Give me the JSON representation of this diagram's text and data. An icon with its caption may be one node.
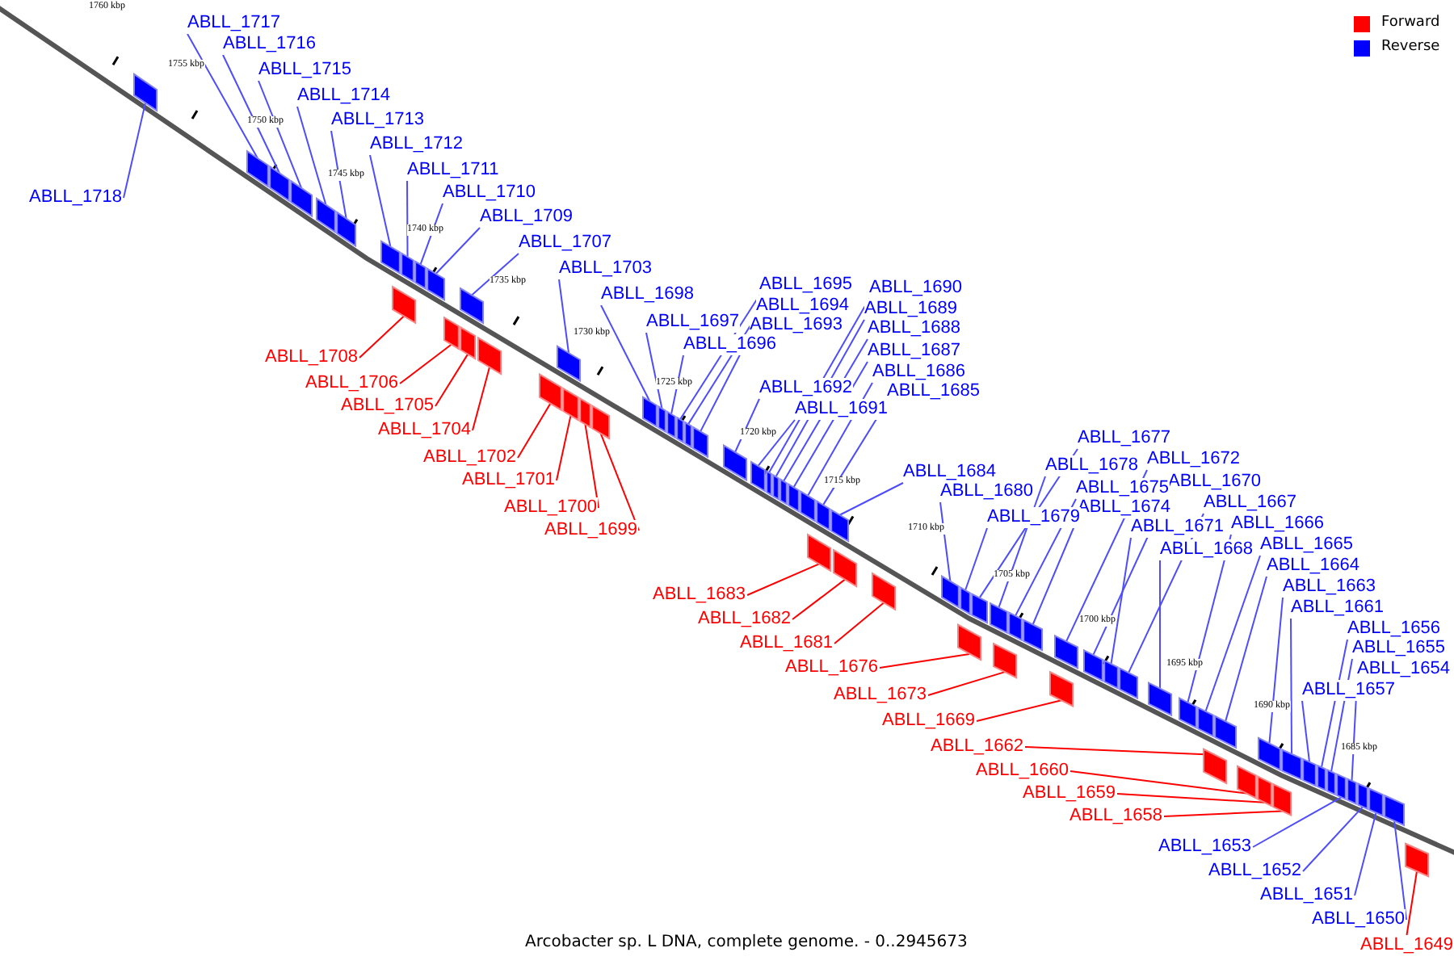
{
  "diagram": {
    "caption": "Arcobacter sp. L DNA, complete genome. - 0..2945673",
    "nodes": [
      {
        "text": [
          "ABLL_1717"
        ]
      },
      {
        "text": [
          "ABLL_1716"
        ]
      },
      {
        "text": [
          "ABLL_1715"
        ]
      },
      {
        "text": [
          "ABLL_1714"
        ]
      },
      {
        "text": [
          "ABLL_1713"
        ]
      },
      {
        "text": [
          "ABLL_1712"
        ]
      },
      {
        "text": [
          "ABLL_1711"
        ]
      },
      {
        "text": [
          "ABLL_1718"
        ]
      },
      {
        "text": [
          "ABLL_1710"
        ]
      },
      {
        "text": [
          "ABLL_1709"
        ]
      },
      {
        "text": [
          "ABLL_1707"
        ]
      },
      {
        "text": [
          "ABLL_1703"
        ]
      },
      {
        "text": [
          "ABLL_1695"
        ]
      },
      {
        "text": [
          "ABLL_1690"
        ]
      },
      {
        "text": [
          "ABLL_1698"
        ]
      },
      {
        "text": [
          "ABLL_1694"
        ]
      },
      {
        "text": [
          "ABLL_1689"
        ]
      },
      {
        "text": [
          "ABLL_1697"
        ]
      },
      {
        "text": [
          "ABLL_1693"
        ]
      },
      {
        "text": [
          "ABLL_1688"
        ]
      },
      {
        "text": [
          "ABLL_1696"
        ]
      },
      {
        "text": [
          "ABLL_1687"
        ]
      },
      {
        "text": [
          "ABLL_1708"
        ]
      },
      {
        "text": [
          "ABLL_1686"
        ]
      },
      {
        "text": [
          "ABLL_1706"
        ]
      },
      {
        "text": [
          "ABLL_1692"
        ]
      },
      {
        "text": [
          "ABLL_1685"
        ]
      },
      {
        "text": [
          "ABLL_1705"
        ]
      },
      {
        "text": [
          "ABLL_1691"
        ]
      },
      {
        "text": [
          "ABLL_1704"
        ]
      },
      {
        "text": [
          "ABLL_1677"
        ]
      },
      {
        "text": [
          "ABLL_1702"
        ]
      },
      {
        "text": [
          "ABLL_1672"
        ]
      },
      {
        "text": [
          "ABLL_1678"
        ]
      },
      {
        "text": [
          "ABLL_1684"
        ]
      },
      {
        "text": [
          "ABLL_1701"
        ]
      },
      {
        "text": [
          "ABLL_1670"
        ]
      },
      {
        "text": [
          "ABLL_1675"
        ]
      },
      {
        "text": [
          "ABLL_1680"
        ]
      },
      {
        "text": [
          "ABLL_1667"
        ]
      },
      {
        "text": [
          "ABLL_1700"
        ]
      },
      {
        "text": [
          "ABLL_1674"
        ]
      },
      {
        "text": [
          "ABLL_1679"
        ]
      },
      {
        "text": [
          "ABLL_1666"
        ]
      },
      {
        "text": [
          "ABLL_1671"
        ]
      },
      {
        "text": [
          "ABLL_1699"
        ]
      },
      {
        "text": [
          "ABLL_1665"
        ]
      },
      {
        "text": [
          "ABLL_1668"
        ]
      },
      {
        "text": [
          "ABLL_1664"
        ]
      },
      {
        "text": [
          "ABLL_1663"
        ]
      },
      {
        "text": [
          "ABLL_1683"
        ]
      },
      {
        "text": [
          "ABLL_1661"
        ]
      },
      {
        "text": [
          "ABLL_1682"
        ]
      },
      {
        "text": [
          "ABLL_1656"
        ]
      },
      {
        "text": [
          "ABLL_1681"
        ]
      },
      {
        "text": [
          "ABLL_1655"
        ]
      },
      {
        "text": [
          "ABLL_1676"
        ]
      },
      {
        "text": [
          "ABLL_1654"
        ]
      },
      {
        "text": [
          "ABLL_1657"
        ]
      },
      {
        "text": [
          "ABLL_1673"
        ]
      },
      {
        "text": [
          "ABLL_1669"
        ]
      },
      {
        "text": [
          "ABLL_1662"
        ]
      },
      {
        "text": [
          "ABLL_1660"
        ]
      },
      {
        "text": [
          "ABLL_1659"
        ]
      },
      {
        "text": [
          "ABLL_1658"
        ]
      },
      {
        "text": [
          "ABLL_1653"
        ]
      },
      {
        "text": [
          "ABLL_1652"
        ]
      },
      {
        "text": [
          "ABLL_1651"
        ]
      },
      {
        "text": [
          "ABLL_1650"
        ]
      },
      {
        "text": [
          "ABLL_1649"
        ]
      },
      {
        "text": [],
        "shape": "bar"
      },
      {
        "text": [],
        "shape": "bar"
      },
      {
        "text": [],
        "shape": "bar"
      },
      {
        "text": [],
        "shape": "bar"
      },
      {
        "text": [],
        "shape": "bar"
      },
      {
        "text": [],
        "shape": "bar"
      },
      {
        "text": [],
        "shape": "bar"
      },
      {
        "text": [],
        "shape": "bar"
      },
      {
        "text": [],
        "shape": "bar"
      },
      {
        "text": [],
        "shape": "bar"
      },
      {
        "text": [],
        "shape": "bar"
      },
      {
        "text": [],
        "shape": "bar"
      },
      {
        "text": [],
        "shape": "bar"
      },
      {
        "text": [],
        "shape": "bar"
      },
      {
        "text": [],
        "shape": "bar"
      },
      {
        "text": [],
        "shape": "bar"
      },
      {
        "text": [],
        "shape": "bar"
      },
      {
        "text": [],
        "shape": "bar"
      },
      {
        "text": [],
        "shape": "bar"
      },
      {
        "text": [],
        "shape": "bar"
      },
      {
        "text": [],
        "shape": "bar"
      },
      {
        "text": [],
        "shape": "bar"
      },
      {
        "text": [],
        "shape": "bar"
      },
      {
        "text": [],
        "shape": "bar"
      },
      {
        "text": [],
        "shape": "bar"
      },
      {
        "text": [],
        "shape": "bar"
      },
      {
        "text": [],
        "shape": "bar"
      },
      {
        "text": [],
        "shape": "bar"
      },
      {
        "text": [],
        "shape": "bar"
      },
      {
        "text": [],
        "shape": "bar"
      },
      {
        "text": [],
        "shape": "bar"
      },
      {
        "text": [],
        "shape": "bar"
      },
      {
        "text": [],
        "shape": "bar"
      },
      {
        "text": [],
        "shape": "bar"
      },
      {
        "text": [],
        "shape": "bar"
      },
      {
        "text": [],
        "shape": "bar"
      },
      {
        "text": [],
        "shape": "bar"
      },
      {
        "text": [],
        "shape": "bar"
      },
      {
        "text": [],
        "shape": "bar"
      },
      {
        "text": [],
        "shape": "bar"
      },
      {
        "text": [],
        "shape": "bar"
      },
      {
        "text": [],
        "shape": "bar"
      },
      {
        "text": [],
        "shape": "bar"
      },
      {
        "text": [],
        "shape": "bar"
      },
      {
        "text": [],
        "shape": "bar"
      },
      {
        "text": [],
        "shape": "bar"
      },
      {
        "text": [],
        "shape": "bar"
      },
      {
        "text": [],
        "shape": "bar"
      },
      {
        "text": [],
        "shape": "bar"
      },
      {
        "text": [],
        "shape": "bar"
      },
      {
        "text": [],
        "shape": "bar"
      },
      {
        "text": [],
        "shape": "bar"
      },
      {
        "text": [],
        "shape": "bar"
      },
      {
        "text": [],
        "shape": "bar"
      },
      {
        "text": [],
        "shape": "bar"
      },
      {
        "text": [],
        "shape": "bar"
      },
      {
        "text": [],
        "shape": "bar"
      },
      {
        "text": [],
        "shape": "bar"
      },
      {
        "text": [],
        "shape": "bar"
      },
      {
        "text": [],
        "shape": "bar"
      },
      {
        "text": [],
        "shape": "bar"
      },
      {
        "text": [],
        "shape": "bar"
      },
      {
        "text": [],
        "shape": "bar"
      },
      {
        "text": [],
        "shape": "bar"
      },
      {
        "text": [],
        "shape": "bar"
      },
      {
        "text": [],
        "shape": "bar"
      },
      {
        "text": [],
        "shape": "bar"
      },
      {
        "text": [],
        "shape": "bar"
      },
      {
        "text": [],
        "shape": "bar"
      },
      {
        "text": [],
        "shape": "bar"
      }
    ],
    "edges": [
      {
        "from": 0,
        "to": 71,
        "arrow": "none"
      },
      {
        "from": 1,
        "to": 72,
        "arrow": "none"
      },
      {
        "from": 2,
        "to": 73,
        "arrow": "none"
      },
      {
        "from": 3,
        "to": 74,
        "arrow": "none"
      },
      {
        "from": 4,
        "to": 75,
        "arrow": "none"
      },
      {
        "from": 5,
        "to": 76,
        "arrow": "none"
      },
      {
        "from": 6,
        "to": 78,
        "arrow": "none"
      },
      {
        "from": 7,
        "to": 70,
        "arrow": "none"
      },
      {
        "from": 8,
        "to": 79,
        "arrow": "none"
      },
      {
        "from": 9,
        "to": 80,
        "arrow": "none"
      },
      {
        "from": 10,
        "to": 83,
        "arrow": "none"
      },
      {
        "from": 11,
        "to": 86,
        "arrow": "none"
      },
      {
        "from": 12,
        "to": 93,
        "arrow": "none"
      },
      {
        "from": 13,
        "to": 98,
        "arrow": "none"
      },
      {
        "from": 14,
        "to": 90,
        "arrow": "none"
      },
      {
        "from": 15,
        "to": 94,
        "arrow": "none"
      },
      {
        "from": 16,
        "to": 99,
        "arrow": "none"
      },
      {
        "from": 17,
        "to": 91,
        "arrow": "none"
      },
      {
        "from": 18,
        "to": 95,
        "arrow": "none"
      },
      {
        "from": 19,
        "to": 100,
        "arrow": "none"
      },
      {
        "from": 20,
        "to": 92,
        "arrow": "none"
      },
      {
        "from": 21,
        "to": 101,
        "arrow": "none"
      },
      {
        "from": 22,
        "to": 77,
        "arrow": "none",
        "color": "#ff0000"
      },
      {
        "from": 23,
        "to": 102,
        "arrow": "none"
      },
      {
        "from": 24,
        "to": 81,
        "arrow": "none",
        "color": "#ff0000"
      },
      {
        "from": 25,
        "to": 96,
        "arrow": "none"
      },
      {
        "from": 26,
        "to": 104,
        "arrow": "none"
      },
      {
        "from": 27,
        "to": 82,
        "arrow": "none",
        "color": "#ff0000"
      },
      {
        "from": 28,
        "to": 97,
        "arrow": "none"
      },
      {
        "from": 29,
        "to": 84,
        "arrow": "none",
        "color": "#ff0000"
      },
      {
        "from": 30,
        "to": 111,
        "arrow": "none"
      },
      {
        "from": 31,
        "to": 85,
        "arrow": "none",
        "color": "#ff0000"
      },
      {
        "from": 32,
        "to": 117,
        "arrow": "none"
      },
      {
        "from": 33,
        "to": 112,
        "arrow": "none"
      },
      {
        "from": 34,
        "to": 105,
        "arrow": "none"
      },
      {
        "from": 35,
        "to": 87,
        "arrow": "none",
        "color": "#ff0000"
      },
      {
        "from": 36,
        "to": 118,
        "arrow": "none"
      },
      {
        "from": 37,
        "to": 114,
        "arrow": "none"
      },
      {
        "from": 38,
        "to": 108,
        "arrow": "none"
      },
      {
        "from": 39,
        "to": 120,
        "arrow": "none"
      },
      {
        "from": 40,
        "to": 88,
        "arrow": "none",
        "color": "#ff0000"
      },
      {
        "from": 41,
        "to": 115,
        "arrow": "none"
      },
      {
        "from": 42,
        "to": 110,
        "arrow": "none"
      },
      {
        "from": 43,
        "to": 122,
        "arrow": "none"
      },
      {
        "from": 44,
        "to": 119,
        "arrow": "none"
      },
      {
        "from": 45,
        "to": 89,
        "arrow": "none",
        "color": "#ff0000"
      },
      {
        "from": 46,
        "to": 123,
        "arrow": "none"
      },
      {
        "from": 47,
        "to": 121,
        "arrow": "none"
      },
      {
        "from": 48,
        "to": 125,
        "arrow": "none"
      },
      {
        "from": 49,
        "to": 128,
        "arrow": "none"
      },
      {
        "from": 50,
        "to": 103,
        "arrow": "none",
        "color": "#ff0000"
      },
      {
        "from": 51,
        "to": 130,
        "arrow": "none"
      },
      {
        "from": 52,
        "to": 106,
        "arrow": "none",
        "color": "#ff0000"
      },
      {
        "from": 53,
        "to": 132,
        "arrow": "none"
      },
      {
        "from": 54,
        "to": 107,
        "arrow": "none",
        "color": "#ff0000"
      },
      {
        "from": 55,
        "to": 133,
        "arrow": "none"
      },
      {
        "from": 56,
        "to": 109,
        "arrow": "none",
        "color": "#ff0000"
      },
      {
        "from": 57,
        "to": 135,
        "arrow": "none"
      },
      {
        "from": 58,
        "to": 131,
        "arrow": "none"
      },
      {
        "from": 59,
        "to": 113,
        "arrow": "none",
        "color": "#ff0000"
      },
      {
        "from": 60,
        "to": 116,
        "arrow": "none",
        "color": "#ff0000"
      },
      {
        "from": 61,
        "to": 124,
        "arrow": "none",
        "color": "#ff0000"
      },
      {
        "from": 62,
        "to": 126,
        "arrow": "none",
        "color": "#ff0000"
      },
      {
        "from": 63,
        "to": 127,
        "arrow": "none",
        "color": "#ff0000"
      },
      {
        "from": 64,
        "to": 129,
        "arrow": "none",
        "color": "#ff0000"
      },
      {
        "from": 65,
        "to": 134,
        "arrow": "none"
      },
      {
        "from": 66,
        "to": 136,
        "arrow": "none"
      },
      {
        "from": 67,
        "to": 137,
        "arrow": "none"
      },
      {
        "from": 68,
        "to": 138,
        "arrow": "none"
      },
      {
        "from": 69,
        "to": 139,
        "arrow": "none",
        "color": "#ff0000"
      }
    ],
    "labels": [
      "1760 kbp",
      "1755 kbp",
      "1750 kbp",
      "1745 kbp",
      "1740 kbp",
      "1735 kbp",
      "1730 kbp",
      "1725 kbp",
      "1720 kbp",
      "1715 kbp",
      "1710 kbp",
      "1705 kbp",
      "1700 kbp",
      "1695 kbp",
      "1690 kbp",
      "1685 kbp"
    ],
    "legend": [
      {
        "text": "Forward",
        "color": "#ff0000"
      },
      {
        "text": "Reverse",
        "color": "#0000ff"
      }
    ]
  }
}
